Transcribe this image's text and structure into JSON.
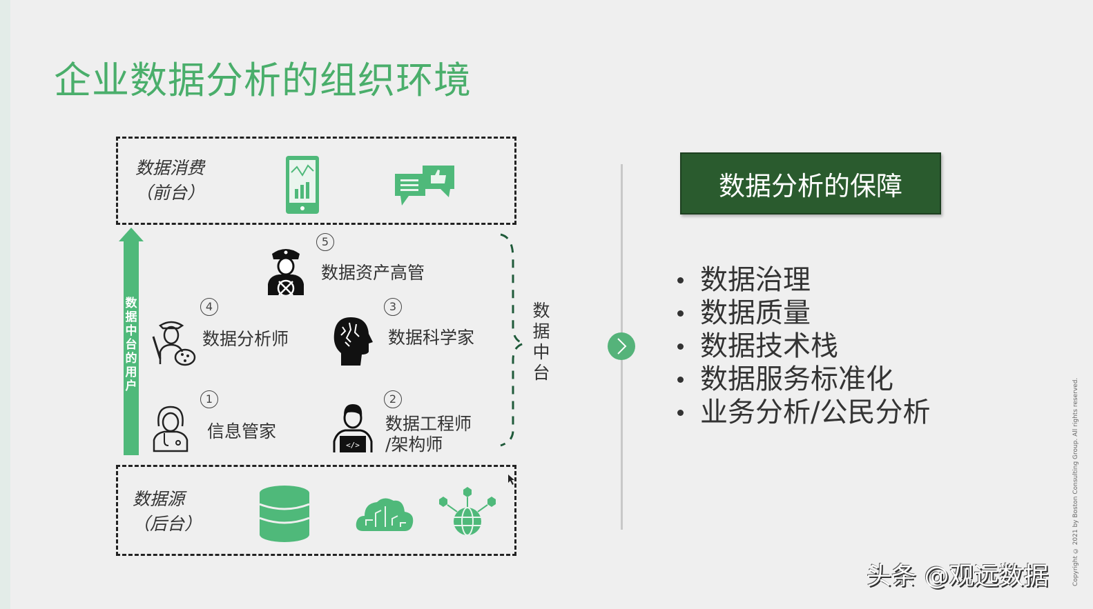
{
  "slide": {
    "title": "企业数据分析的组织环境",
    "colors": {
      "title_green": "#4aae6b",
      "icon_green": "#4fb97a",
      "header_dark_green": "#2a5b2e",
      "background": "#efefef"
    },
    "consumption_box": {
      "label_line1": "数据消费",
      "label_line2": "（前台）",
      "icons": [
        "mobile-chart-icon",
        "chat-thumbs-up-icon"
      ]
    },
    "source_box": {
      "label_line1": "数据源",
      "label_line2": "（后台）",
      "icons": [
        "database-icon",
        "cloud-circuit-icon",
        "globe-network-icon"
      ]
    },
    "users_arrow": {
      "label": "数据中台的用户"
    },
    "middle_platform_label": "数据中台",
    "roles": [
      {
        "number": "1",
        "label": "信息管家",
        "icon": "doctor-woman-icon"
      },
      {
        "number": "2",
        "label": "数据工程师",
        "label_line2": "/架构师",
        "icon": "developer-laptop-icon"
      },
      {
        "number": "3",
        "label": "数据科学家",
        "icon": "brain-head-icon"
      },
      {
        "number": "4",
        "label": "数据分析师",
        "icon": "artist-woman-icon"
      },
      {
        "number": "5",
        "label": "数据资产高管",
        "icon": "captain-wheel-icon"
      }
    ],
    "guarantee": {
      "header": "数据分析的保障",
      "items": [
        "数据治理",
        "数据质量",
        "数据技术栈",
        "数据服务标准化",
        "业务分析/公民分析"
      ]
    },
    "watermark": "头条 @观远数据",
    "copyright": "Copyright © 2021 by Boston Consulting Group. All rights reserved."
  }
}
